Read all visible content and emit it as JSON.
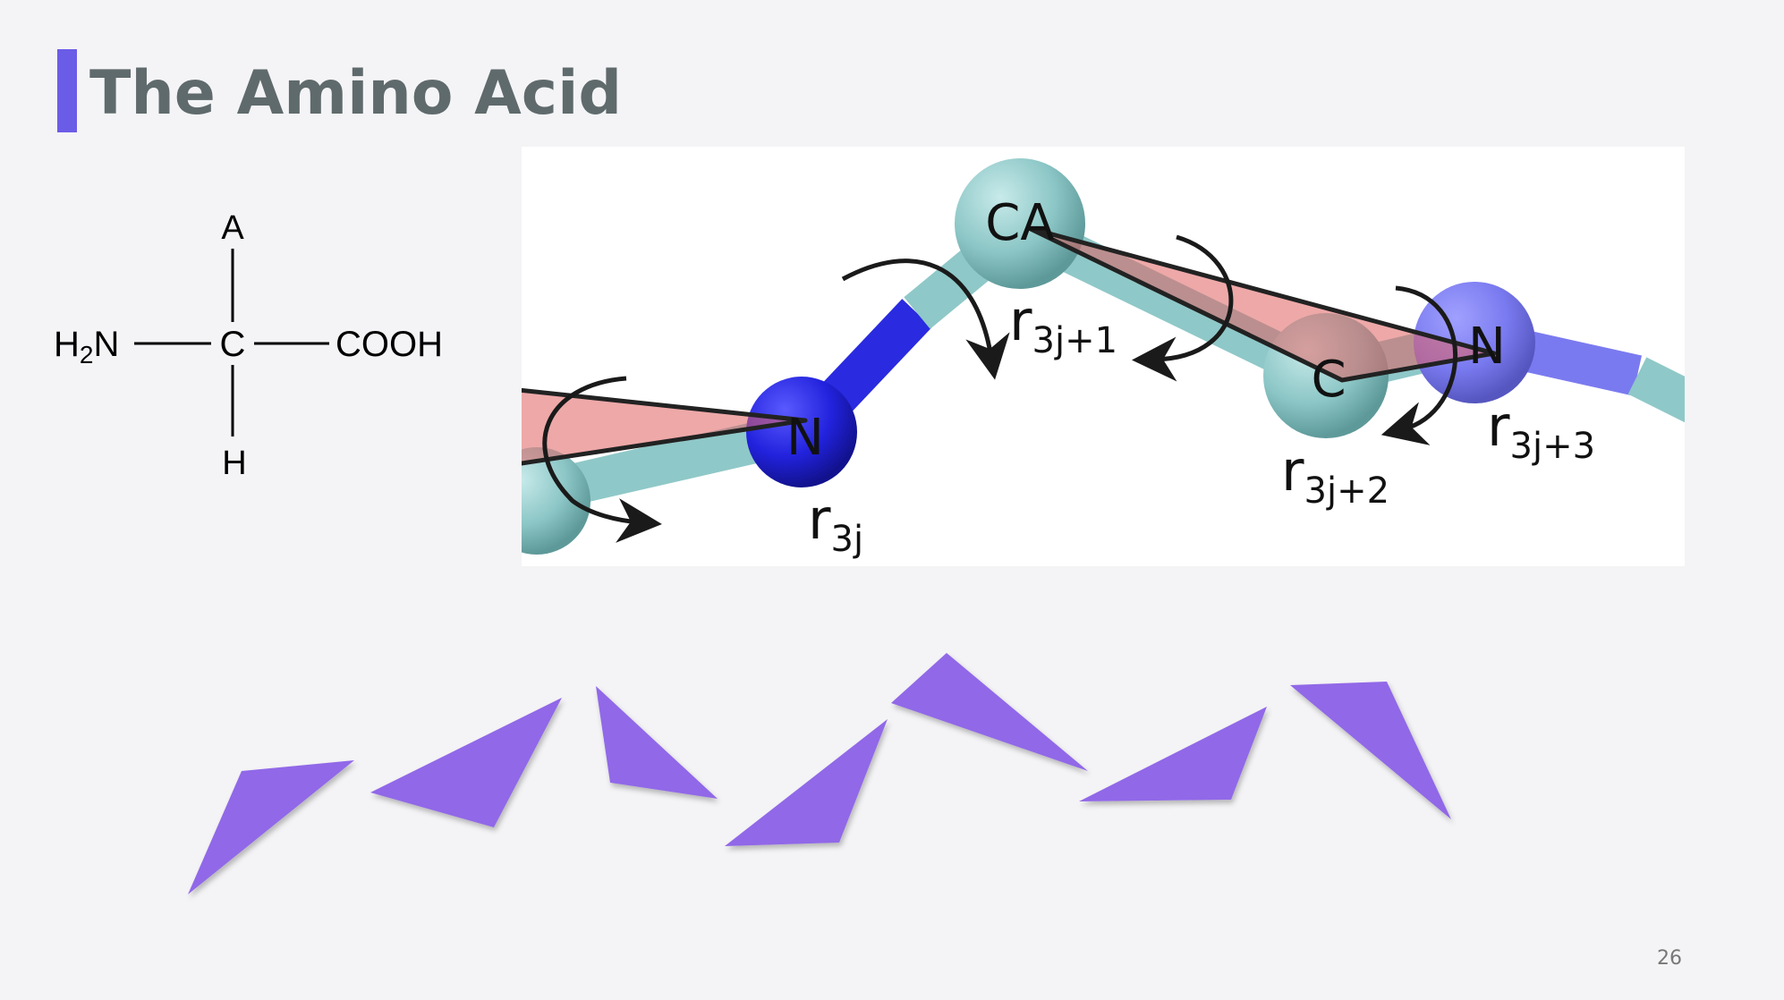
{
  "slide": {
    "title": "The Amino Acid",
    "page_number": "26",
    "accent_color": "#6b5ce7",
    "title_color": "#5f6a6c"
  },
  "formula": {
    "top": "A",
    "left": "H₂N",
    "center": "C",
    "right": "COOH",
    "bottom": "H"
  },
  "molecule": {
    "atoms": [
      "N",
      "CA",
      "C",
      "N"
    ],
    "labels": [
      "r3j",
      "r3j+1",
      "r3j+2",
      "r3j+3"
    ],
    "colors": {
      "nitrogen": "#2a2ae0",
      "carbon": "#8fc8c8",
      "plane": "#e06060"
    }
  },
  "triangles": {
    "count": 7,
    "color": "#9168e8"
  }
}
